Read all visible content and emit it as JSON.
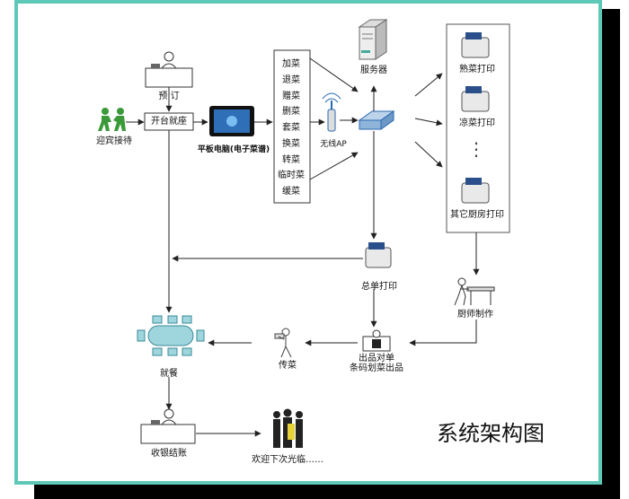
{
  "diagram": {
    "title": "系统架构图",
    "nodes": {
      "reservation": "预 订",
      "open_table": "开台就座",
      "greeting": "迎宾接待",
      "tablet": "平板电脑(电子菜谱)",
      "wireless_ap": "无线AP",
      "server": "服务器",
      "hot_print": "熟菜打印",
      "cold_print": "凉菜打印",
      "ellipsis": "⋮",
      "other_print": "其它厨房打印",
      "master_print": "总单打印",
      "chef": "厨师制作",
      "checkout_line1": "出品对单",
      "checkout_line2": "条码划菜出品",
      "serve": "传菜",
      "dining": "就餐",
      "cashier": "收银结账",
      "farewell": "欢迎下次光临……"
    },
    "menu_ops": [
      "加菜",
      "退菜",
      "赠菜",
      "删菜",
      "套菜",
      "换菜",
      "转菜",
      "临时菜",
      "缓菜"
    ]
  }
}
